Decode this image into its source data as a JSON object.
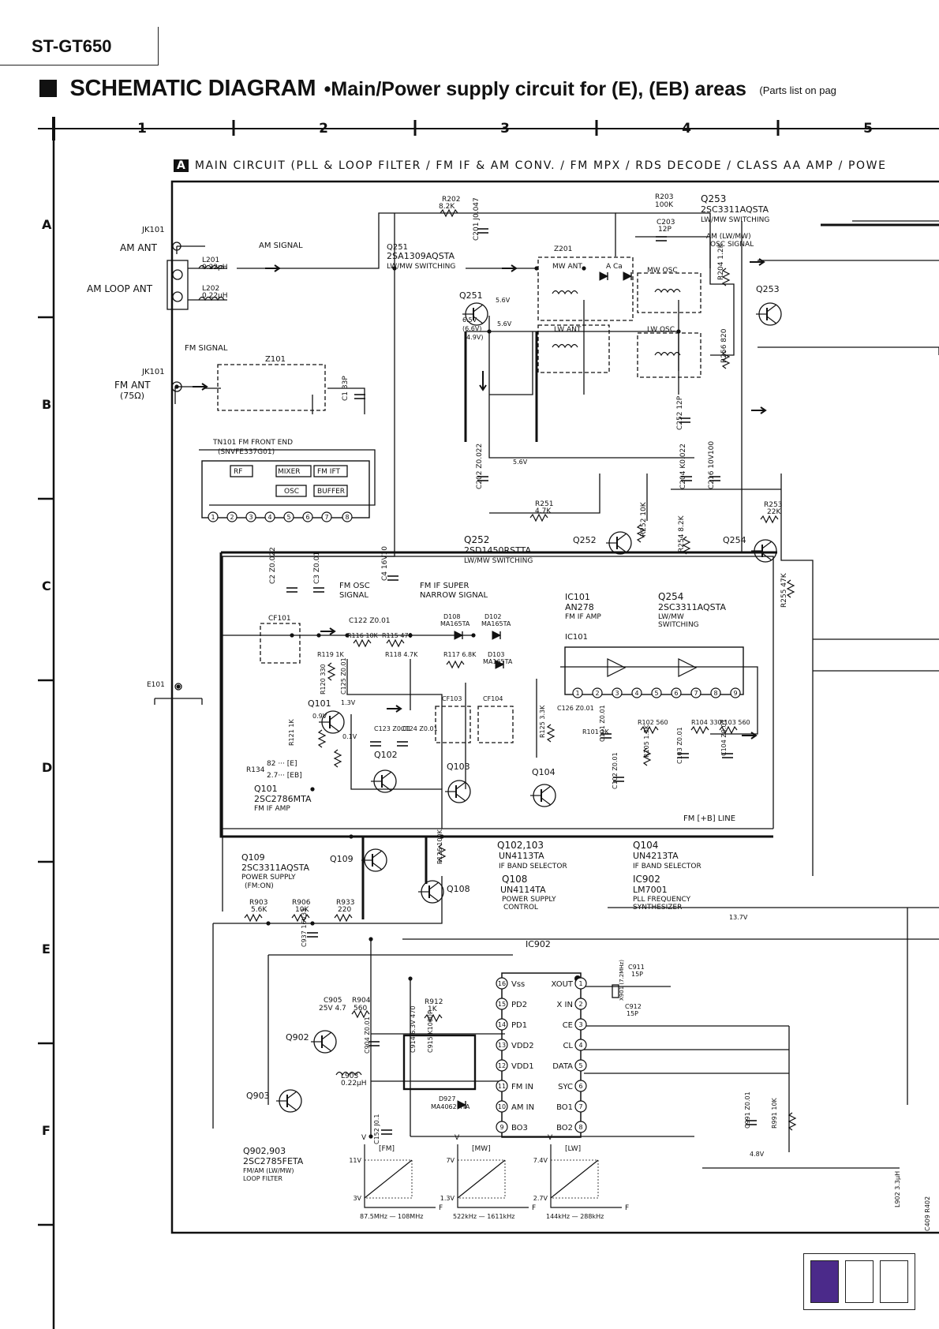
{
  "header": {
    "model": "ST-GT650",
    "title": "SCHEMATIC DIAGRAM",
    "subtitle": "•Main/Power supply circuit for (E), (EB) areas",
    "parts_ref": "(Parts list on pag"
  },
  "grid": {
    "columns": [
      "1",
      "2",
      "3",
      "4",
      "5"
    ],
    "rows": [
      "A",
      "B",
      "C",
      "D",
      "E",
      "F"
    ]
  },
  "section": {
    "badge": "A",
    "label": "MAIN CIRCUIT (PLL & LOOP FILTER / FM IF & AM CONV. / FM MPX / RDS DECODE / CLASS AA AMP / POWE"
  },
  "colors": {
    "ink": "#111111",
    "tab_active": "#4b2a8a"
  },
  "labels": [
    {
      "id": "jk101a",
      "text": "JK101"
    },
    {
      "id": "amant",
      "text": "AM ANT"
    },
    {
      "id": "amloop",
      "text": "AM LOOP ANT"
    },
    {
      "id": "l201",
      "text": "L201"
    },
    {
      "id": "l201v",
      "text": "0.22μH"
    },
    {
      "id": "l202",
      "text": "L202"
    },
    {
      "id": "l202v",
      "text": "0.22μH"
    },
    {
      "id": "amsig",
      "text": "AM SIGNAL"
    },
    {
      "id": "fmsig",
      "text": "FM SIGNAL"
    },
    {
      "id": "jk101b",
      "text": "JK101"
    },
    {
      "id": "fmant",
      "text": "FM ANT"
    },
    {
      "id": "fm75",
      "text": "(75Ω)"
    },
    {
      "id": "z101",
      "text": "Z101"
    },
    {
      "id": "c1",
      "text": "C1 33P"
    },
    {
      "id": "tn101",
      "text": "TN101 FM FRONT END"
    },
    {
      "id": "snvfe",
      "text": "(SNVFE337G01)"
    },
    {
      "id": "rf",
      "text": "RF"
    },
    {
      "id": "mixer",
      "text": "MIXER"
    },
    {
      "id": "fmift",
      "text": "FM IFT"
    },
    {
      "id": "osc",
      "text": "OSC"
    },
    {
      "id": "buffer",
      "text": "BUFFER"
    },
    {
      "id": "r202",
      "text": "R202"
    },
    {
      "id": "r202v",
      "text": "8.2K"
    },
    {
      "id": "c201",
      "text": "C201 J0.047"
    },
    {
      "id": "q251t",
      "text": "Q251"
    },
    {
      "id": "q251n",
      "text": "2SA1309AQSTA"
    },
    {
      "id": "q251d",
      "text": "LW/MW SWITCHING"
    },
    {
      "id": "z201",
      "text": "Z201"
    },
    {
      "id": "mwant",
      "text": "MW ANT"
    },
    {
      "id": "aca",
      "text": "A Ca"
    },
    {
      "id": "mwosc",
      "text": "MW OSC"
    },
    {
      "id": "lwant",
      "text": "LW ANT"
    },
    {
      "id": "lwosc",
      "text": "LW OSC"
    },
    {
      "id": "r203",
      "text": "R203"
    },
    {
      "id": "r203v",
      "text": "100K"
    },
    {
      "id": "c203",
      "text": "C203"
    },
    {
      "id": "c203v",
      "text": "12P"
    },
    {
      "id": "q253t",
      "text": "Q253"
    },
    {
      "id": "q253n",
      "text": "2SC3311AQSTA"
    },
    {
      "id": "q253d",
      "text": "LW/MW SWITCHING"
    },
    {
      "id": "amosc1",
      "text": "AM (LW/MW)"
    },
    {
      "id": "amosc2",
      "text": "OSC SIGNAL"
    },
    {
      "id": "r204",
      "text": "R204 1.2K"
    },
    {
      "id": "q253b",
      "text": "Q253"
    },
    {
      "id": "r256",
      "text": "R256 820"
    },
    {
      "id": "c252",
      "text": "C252 12P"
    },
    {
      "id": "q251b",
      "text": "Q251"
    },
    {
      "id": "v56a",
      "text": "5.6V"
    },
    {
      "id": "v56b",
      "text": "5.6V"
    },
    {
      "id": "v65",
      "text": "6.5V"
    },
    {
      "id": "v66",
      "text": "(6.6V)"
    },
    {
      "id": "v49",
      "text": "(4.9V)"
    },
    {
      "id": "c202",
      "text": "C202 Z0.022"
    },
    {
      "id": "v56c",
      "text": "5.6V"
    },
    {
      "id": "c204",
      "text": "C204 K0.022"
    },
    {
      "id": "c216",
      "text": "C216 10V100"
    },
    {
      "id": "r251",
      "text": "R251"
    },
    {
      "id": "r251v",
      "text": "4.7K"
    },
    {
      "id": "r253",
      "text": "R253"
    },
    {
      "id": "r253v",
      "text": "22K"
    },
    {
      "id": "q252t",
      "text": "Q252"
    },
    {
      "id": "q252n",
      "text": "2SD1450RSTTA"
    },
    {
      "id": "q252d",
      "text": "LW/MW SWITCHING"
    },
    {
      "id": "q252b",
      "text": "Q252"
    },
    {
      "id": "r252",
      "text": "R252 10K"
    },
    {
      "id": "r254",
      "text": "R254 8.2K"
    },
    {
      "id": "q254b",
      "text": "Q254"
    },
    {
      "id": "r255",
      "text": "R255 47K"
    },
    {
      "id": "ic101t",
      "text": "IC101"
    },
    {
      "id": "an278",
      "text": "AN278"
    },
    {
      "id": "fmifamp",
      "text": "FM IF AMP"
    },
    {
      "id": "q254t",
      "text": "Q254"
    },
    {
      "id": "q254n",
      "text": "2SC3311AQSTA"
    },
    {
      "id": "q254d1",
      "text": "LW/MW"
    },
    {
      "id": "q254d2",
      "text": "SWITCHING"
    },
    {
      "id": "ic101b",
      "text": "IC101"
    },
    {
      "id": "c2",
      "text": "C2 Z0.022"
    },
    {
      "id": "c3",
      "text": "C3 Z0.01"
    },
    {
      "id": "c4",
      "text": "C4 16V10"
    },
    {
      "id": "fmosc1",
      "text": "FM OSC"
    },
    {
      "id": "fmosc2",
      "text": "SIGNAL"
    },
    {
      "id": "fmifs1",
      "text": "FM IF SUPER"
    },
    {
      "id": "fmifs2",
      "text": "NARROW SIGNAL"
    },
    {
      "id": "cf101",
      "text": "CF101"
    },
    {
      "id": "c122",
      "text": "C122 Z0.01"
    },
    {
      "id": "d108",
      "text": "D108"
    },
    {
      "id": "d108v",
      "text": "MA165TA"
    },
    {
      "id": "d102",
      "text": "D102"
    },
    {
      "id": "d102v",
      "text": "MA165TA"
    },
    {
      "id": "r116",
      "text": "R116 10K"
    },
    {
      "id": "r115",
      "text": "R115 470"
    },
    {
      "id": "r119",
      "text": "R119 1K"
    },
    {
      "id": "r118",
      "text": "R118 4.7K"
    },
    {
      "id": "r117",
      "text": "R117 6.8K"
    },
    {
      "id": "d103",
      "text": "D103"
    },
    {
      "id": "d103v",
      "text": "MA165TA"
    },
    {
      "id": "r120",
      "text": "R120 330"
    },
    {
      "id": "c125",
      "text": "C125 Z0.01"
    },
    {
      "id": "e101",
      "text": "E101"
    },
    {
      "id": "q101b",
      "text": "Q101"
    },
    {
      "id": "v09",
      "text": "0.9V"
    },
    {
      "id": "v13",
      "text": "1.3V"
    },
    {
      "id": "cf103",
      "text": "CF103"
    },
    {
      "id": "cf104",
      "text": "CF104"
    },
    {
      "id": "r121",
      "text": "R121 1K"
    },
    {
      "id": "v01",
      "text": "0.1V"
    },
    {
      "id": "c123",
      "text": "C123 Z0.01"
    },
    {
      "id": "c124",
      "text": "C124 Z0.01"
    },
    {
      "id": "r125",
      "text": "R125 3.3K"
    },
    {
      "id": "c126",
      "text": "C126 Z0.01"
    },
    {
      "id": "r101",
      "text": "R101 1K"
    },
    {
      "id": "c101",
      "text": "C101 Z0.01"
    },
    {
      "id": "r102",
      "text": "R102 560"
    },
    {
      "id": "r104",
      "text": "R104 330"
    },
    {
      "id": "r103",
      "text": "R103 560"
    },
    {
      "id": "r105",
      "text": "R105 1.5K"
    },
    {
      "id": "c103",
      "text": "C103 Z0.01"
    },
    {
      "id": "c104",
      "text": "C104 Z0.01"
    },
    {
      "id": "c102",
      "text": "C102 Z0.01"
    },
    {
      "id": "r134",
      "text": "R134"
    },
    {
      "id": "r134e",
      "text": "82 ··· [E]"
    },
    {
      "id": "r134eb",
      "text": "2.7··· [EB]"
    },
    {
      "id": "q102b",
      "text": "Q102"
    },
    {
      "id": "q103b",
      "text": "Q103"
    },
    {
      "id": "q104b",
      "text": "Q104"
    },
    {
      "id": "q101t",
      "text": "Q101"
    },
    {
      "id": "q101n",
      "text": "2SC2786MTA"
    },
    {
      "id": "q101d",
      "text": "FM IF AMP"
    },
    {
      "id": "fmline",
      "text": "FM [+B] LINE"
    },
    {
      "id": "q109t",
      "text": "Q109"
    },
    {
      "id": "q109n",
      "text": "2SC3311AQSTA"
    },
    {
      "id": "q109d1",
      "text": "POWER SUPPLY"
    },
    {
      "id": "q109d2",
      "text": "(FM:ON)"
    },
    {
      "id": "q109b",
      "text": "Q109"
    },
    {
      "id": "r126",
      "text": "R126 100K"
    },
    {
      "id": "q10203t",
      "text": "Q102,103"
    },
    {
      "id": "q10203n",
      "text": "UN4113TA"
    },
    {
      "id": "q10203d",
      "text": "IF BAND SELECTOR"
    },
    {
      "id": "q108t",
      "text": "Q108"
    },
    {
      "id": "q108n",
      "text": "UN4114TA"
    },
    {
      "id": "q108d1",
      "text": "POWER SUPPLY"
    },
    {
      "id": "q108d2",
      "text": "CONTROL"
    },
    {
      "id": "q108b",
      "text": "Q108"
    },
    {
      "id": "q104t",
      "text": "Q104"
    },
    {
      "id": "q104n",
      "text": "UN4213TA"
    },
    {
      "id": "q104d",
      "text": "IF BAND SELECTOR"
    },
    {
      "id": "ic902t",
      "text": "IC902"
    },
    {
      "id": "lm7001",
      "text": "LM7001"
    },
    {
      "id": "ic902d1",
      "text": "PLL FREQUENCY"
    },
    {
      "id": "ic902d2",
      "text": "SYNTHESIZER"
    },
    {
      "id": "v137",
      "text": "13.7V"
    },
    {
      "id": "r903",
      "text": "R903"
    },
    {
      "id": "r903v",
      "text": "5.6K"
    },
    {
      "id": "r906",
      "text": "R906"
    },
    {
      "id": "r906v",
      "text": "10K"
    },
    {
      "id": "r933",
      "text": "R933"
    },
    {
      "id": "r933v",
      "text": "220"
    },
    {
      "id": "c937",
      "text": "C937 16V33"
    },
    {
      "id": "ic902b",
      "text": "IC902"
    },
    {
      "id": "c911",
      "text": "C911"
    },
    {
      "id": "c911v",
      "text": "15P"
    },
    {
      "id": "x901",
      "text": "X901 (7.2MHz)"
    },
    {
      "id": "c912",
      "text": "C912"
    },
    {
      "id": "c912v",
      "text": "15P"
    },
    {
      "id": "c905",
      "text": "C905"
    },
    {
      "id": "c905v",
      "text": "25V 4.7"
    },
    {
      "id": "r904",
      "text": "R904"
    },
    {
      "id": "r904v",
      "text": "560"
    },
    {
      "id": "r912",
      "text": "R912"
    },
    {
      "id": "r912v",
      "text": "1K"
    },
    {
      "id": "q902b",
      "text": "Q902"
    },
    {
      "id": "c904",
      "text": "C904 Z0.01"
    },
    {
      "id": "c914",
      "text": "C914 6.3V 470"
    },
    {
      "id": "c915",
      "text": "C915 K1000P"
    },
    {
      "id": "l903",
      "text": "L903"
    },
    {
      "id": "l903v",
      "text": "0.22μH"
    },
    {
      "id": "q903b",
      "text": "Q903"
    },
    {
      "id": "d927",
      "text": "D927"
    },
    {
      "id": "d927v",
      "text": "MA4062MTA"
    },
    {
      "id": "c152",
      "text": "C152 J0.1"
    },
    {
      "id": "c991",
      "text": "C991 Z0.01"
    },
    {
      "id": "r991",
      "text": "R991 10K"
    },
    {
      "id": "v48",
      "text": "4.8V"
    },
    {
      "id": "q90203t",
      "text": "Q902,903"
    },
    {
      "id": "q90203n",
      "text": "2SC2785FETA"
    },
    {
      "id": "q90203d1",
      "text": "FM/AM (LW/MW)"
    },
    {
      "id": "q90203d2",
      "text": "LOOP FILTER"
    },
    {
      "id": "l902",
      "text": "L902 3.3μH"
    },
    {
      "id": "c409",
      "text": "C409 R402"
    }
  ],
  "ic902_pins": {
    "left": [
      {
        "num": "16",
        "name": "Vss"
      },
      {
        "num": "15",
        "name": "PD2"
      },
      {
        "num": "14",
        "name": "PD1"
      },
      {
        "num": "13",
        "name": "VDD2"
      },
      {
        "num": "12",
        "name": "VDD1"
      },
      {
        "num": "11",
        "name": "FM IN"
      },
      {
        "num": "10",
        "name": "AM IN"
      },
      {
        "num": "9",
        "name": "BO3"
      }
    ],
    "right": [
      {
        "num": "1",
        "name": "XOUT"
      },
      {
        "num": "2",
        "name": "X IN"
      },
      {
        "num": "3",
        "name": "CE"
      },
      {
        "num": "4",
        "name": "CL"
      },
      {
        "num": "5",
        "name": "DATA"
      },
      {
        "num": "6",
        "name": "SYC"
      },
      {
        "num": "7",
        "name": "BO1"
      },
      {
        "num": "8",
        "name": "BO2"
      }
    ]
  },
  "graphs": [
    {
      "label": "[FM]",
      "vtop": "11V",
      "vbot": "3V",
      "range": "87.5MHz — 108MHz"
    },
    {
      "label": "[MW]",
      "vtop": "7V",
      "vbot": "1.3V",
      "range": "522kHz — 1611kHz"
    },
    {
      "label": "[LW]",
      "vtop": "7.4V",
      "vbot": "2.7V",
      "range": "144kHz — 288kHz"
    }
  ]
}
